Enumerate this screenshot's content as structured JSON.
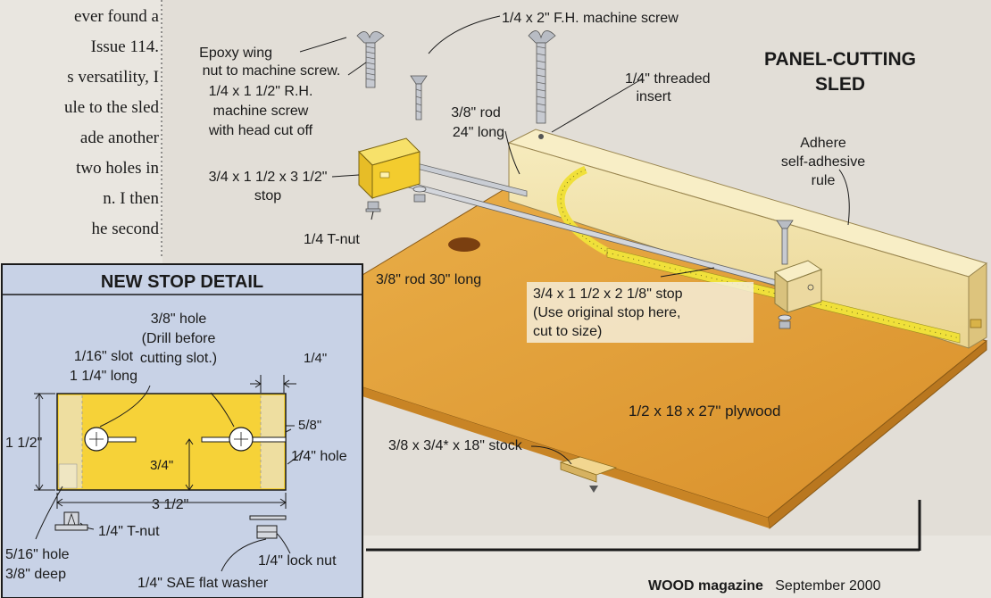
{
  "article_text": [
    "ever found a",
    "Issue 114.",
    "s versatility, I",
    "ule to the sled",
    "ade another",
    "two holes in",
    "n. I then",
    "he second"
  ],
  "title": [
    "PANEL-CUTTING",
    "SLED"
  ],
  "labels": {
    "wing_nut": [
      "Epoxy wing",
      "nut to machine screw."
    ],
    "rh_screw": [
      "1/4 x 1 1/2\" R.H.",
      "machine screw",
      "with head cut off"
    ],
    "fh_screw": "1/4 x 2\" F.H. machine screw",
    "insert": [
      "1/4\" threaded",
      "insert"
    ],
    "rod24": [
      "3/8\" rod",
      "24\" long"
    ],
    "adhere": [
      "Adhere",
      "self-adhesive",
      "rule"
    ],
    "stop_a": [
      "3/4 x 1 1/2 x 3 1/2\"",
      "stop"
    ],
    "tnut": "1/4 T-nut",
    "rod30": "3/8\" rod 30\" long",
    "stop_b": [
      "3/4 x 1 1/2 x 2 1/8\" stop",
      "(Use original stop here,",
      "cut to size)"
    ],
    "plywood": "1/2 x 18 x 27\" plywood",
    "stock": "3/8 x 3/4* x 18\" stock"
  },
  "detail": {
    "title": "NEW STOP DETAIL",
    "hole38": [
      "3/8\" hole",
      "(Drill before",
      "cutting slot.)"
    ],
    "slot": [
      "1/16\" slot",
      "1 1/4\" long"
    ],
    "dim_quarter": "1/4\"",
    "dim_58": "5/8\"",
    "dim_112": "1 1/2\"",
    "dim_34": "3/4\"",
    "hole14": "1/4\" hole",
    "dim_312": "3 1/2\"",
    "tnut": "1/4\" T-nut",
    "hole516": [
      "5/16\" hole",
      "3/8\" deep"
    ],
    "locknut": "1/4\" lock nut",
    "washer": "1/4\" SAE flat washer"
  },
  "footer": {
    "magazine": "WOOD magazine",
    "date": "September 2000"
  },
  "colors": {
    "panel": "#c8d2e6",
    "wood_light": "#f3e3a6",
    "wood_top": "#f1d27c",
    "plywood": "#e3a23c",
    "block": "#f6d238"
  }
}
